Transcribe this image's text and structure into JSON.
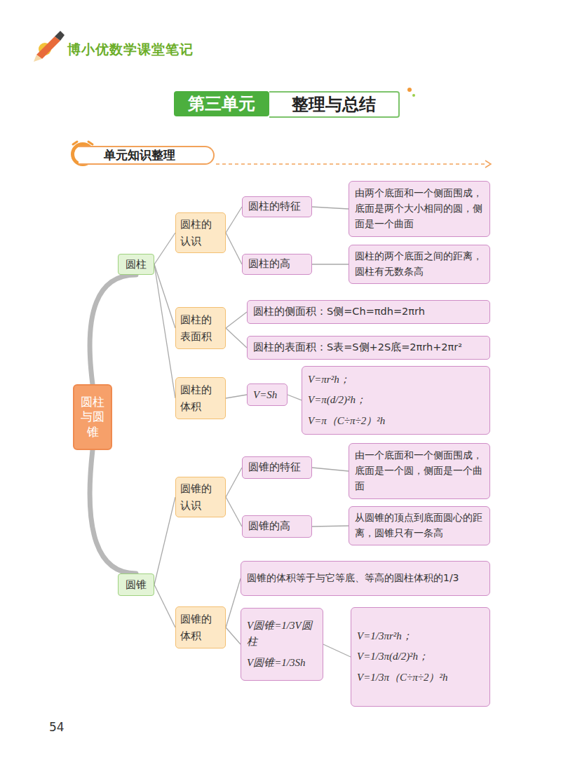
{
  "diagram": {
    "nodes": [
      {
        "text": [
          "第三单元"
        ]
      },
      {
        "text": [
          "整理与总结"
        ]
      },
      {
        "text": [
          "单元知识整理"
        ]
      },
      {
        "text": [
          "圆柱与圆锥"
        ]
      },
      {
        "text": [
          "圆柱"
        ]
      },
      {
        "text": [
          "圆柱的认识"
        ]
      },
      {
        "text": [
          "圆柱的特征"
        ]
      },
      {
        "text": [
          "由两个底面和一个侧面围成，底面是两个大小相同的圆，侧面是一个曲面"
        ]
      },
      {
        "text": [
          "圆柱的高"
        ]
      },
      {
        "text": [
          "圆柱的两个底面之间的距离，圆柱有无数条高"
        ]
      },
      {
        "text": [
          "圆柱的表面积"
        ]
      },
      {
        "text": [
          "圆柱的侧面积：S侧=Ch=πdh=2πrh"
        ]
      },
      {
        "text": [
          "圆柱的表面积：S表=S侧+2S底=2πrh+2πr²"
        ]
      },
      {
        "text": [
          "圆柱的体积"
        ]
      },
      {
        "text": [
          "V=Sh"
        ]
      },
      {
        "text": [
          "V=πr²h；",
          "V=π(d/2)²h；",
          "V=π（C÷π÷2）²h"
        ]
      },
      {
        "text": [
          "圆锥"
        ]
      },
      {
        "text": [
          "圆锥的认识"
        ]
      },
      {
        "text": [
          "圆锥的特征"
        ]
      },
      {
        "text": [
          "由一个底面和一个侧面围成，底面是一个圆，侧面是一个曲面"
        ]
      },
      {
        "text": [
          "圆锥的高"
        ]
      },
      {
        "text": [
          "从圆锥的顶点到底面圆心的距离，圆锥只有一条高"
        ]
      },
      {
        "text": [
          "圆锥的体积"
        ]
      },
      {
        "text": [
          "圆锥的体积等于与它等底、等高的圆柱体积的1/3"
        ]
      },
      {
        "text": [
          "V圆锥=1/3V圆柱",
          "V圆锥=1/3Sh"
        ]
      },
      {
        "text": [
          "V=1/3πr²h；",
          "V=1/3π(d/2)²h；",
          "V=1/3π（C÷π÷2）²h"
        ]
      }
    ],
    "edges": [
      {
        "from": 3,
        "to": 4,
        "arrow": "none"
      },
      {
        "from": 3,
        "to": 16,
        "arrow": "none"
      },
      {
        "from": 4,
        "to": 5,
        "arrow": "none"
      },
      {
        "from": 4,
        "to": 10,
        "arrow": "none"
      },
      {
        "from": 4,
        "to": 13,
        "arrow": "none"
      },
      {
        "from": 5,
        "to": 6,
        "arrow": "none"
      },
      {
        "from": 5,
        "to": 8,
        "arrow": "none"
      },
      {
        "from": 6,
        "to": 7,
        "arrow": "none"
      },
      {
        "from": 8,
        "to": 9,
        "arrow": "none"
      },
      {
        "from": 10,
        "to": 11,
        "arrow": "none"
      },
      {
        "from": 10,
        "to": 12,
        "arrow": "none"
      },
      {
        "from": 13,
        "to": 14,
        "arrow": "none"
      },
      {
        "from": 14,
        "to": 15,
        "arrow": "none"
      },
      {
        "from": 16,
        "to": 17,
        "arrow": "none"
      },
      {
        "from": 16,
        "to": 22,
        "arrow": "none"
      },
      {
        "from": 17,
        "to": 18,
        "arrow": "none"
      },
      {
        "from": 17,
        "to": 20,
        "arrow": "none"
      },
      {
        "from": 18,
        "to": 19,
        "arrow": "none"
      },
      {
        "from": 20,
        "to": 21,
        "arrow": "none"
      },
      {
        "from": 22,
        "to": 23,
        "arrow": "none"
      },
      {
        "from": 22,
        "to": 24,
        "arrow": "none"
      },
      {
        "from": 24,
        "to": 25,
        "arrow": "none"
      }
    ],
    "labels": [
      "博小优数学课堂笔记",
      "54"
    ]
  }
}
